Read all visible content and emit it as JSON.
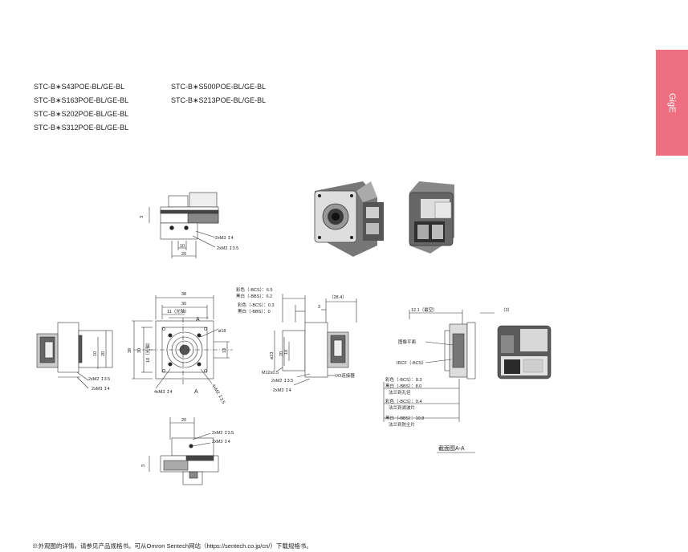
{
  "side_tab": {
    "label": "GigE",
    "color": "#ee6f80"
  },
  "models": {
    "left": [
      "STC-B∗S43POE-BL/GE-BL",
      "STC-B∗S163POE-BL/GE-BL",
      "STC-B∗S202POE-BL/GE-BL",
      "STC-B∗S312POE-BL/GE-BL"
    ],
    "right": [
      "STC-B∗S500POE-BL/GE-BL",
      "STC-B∗S213POE-BL/GE-BL"
    ]
  },
  "top_view": {
    "dim_3": "3",
    "dim_10": "10",
    "dim_20": "20",
    "hole_m3": "2xM3 ↧4",
    "hole_m2": "2xM2 ↧3.5"
  },
  "side_left": {
    "dim_10": "10",
    "dim_20": "20",
    "hole_m2": "2xM2 ↧3.5",
    "hole_m3": "2xM3 ↧4"
  },
  "front_view": {
    "dim_38": "38",
    "dim_30": "30",
    "dim_11": "11（光轴）",
    "section_a_top": "A",
    "section_a_bottom": "A",
    "dim_38_v": "38",
    "dim_30_v": "30",
    "dim_optical_v": "10（光轴）",
    "phi_18": "ø18",
    "dim_13": "13",
    "hole_m3": "4xM3 ↧4",
    "hole_m2": "4xM2 ↧3.5"
  },
  "side_right": {
    "color_bcs_65": "彩色（-BCS）：6.5",
    "mono_bbs_62": "黑白（-BBS）：6.2",
    "color_bcs_03": "彩色（-BCS）：0.3",
    "mono_bbs_0": "黑白（-BBS）：0",
    "dim_284": "（28.4）",
    "dim_3": "3",
    "phi_23": "ø23",
    "dim_20": "20",
    "dim_10": "10",
    "m12": "M12x0.5",
    "hole_m2": "2xM2 ↧3.5",
    "hole_m3": "2xM3 ↧4",
    "io": "I/O连接器"
  },
  "section_view": {
    "dim_121": "12.1（最空）",
    "dim_3": "（3）",
    "sensor_plane": "图像平面",
    "ircf": "IRCF（-BCS）",
    "color_83": "彩色（-BCS）：8.3",
    "mono_80": "黑白（-BBS）：8.0",
    "flange_hole": "法兰到孔径",
    "color_94": "彩色（-BCS）：9.4",
    "flange_filter": "法兰到滤波片",
    "mono_108": "黑白（-BBS）：10.8",
    "flange_glass": "法兰到防尘片",
    "caption": "截面图A-A"
  },
  "bottom_view": {
    "dim_20": "20",
    "hole_m2": "2xM2 ↧3.5",
    "hole_m3": "2xM3 ↧4",
    "dim_3": "3"
  },
  "footnote": "※外观图的详情，请参见产品规格书。可从Omron Sentech网站（https://sentech.co.jp/cn/）下载规格书。"
}
